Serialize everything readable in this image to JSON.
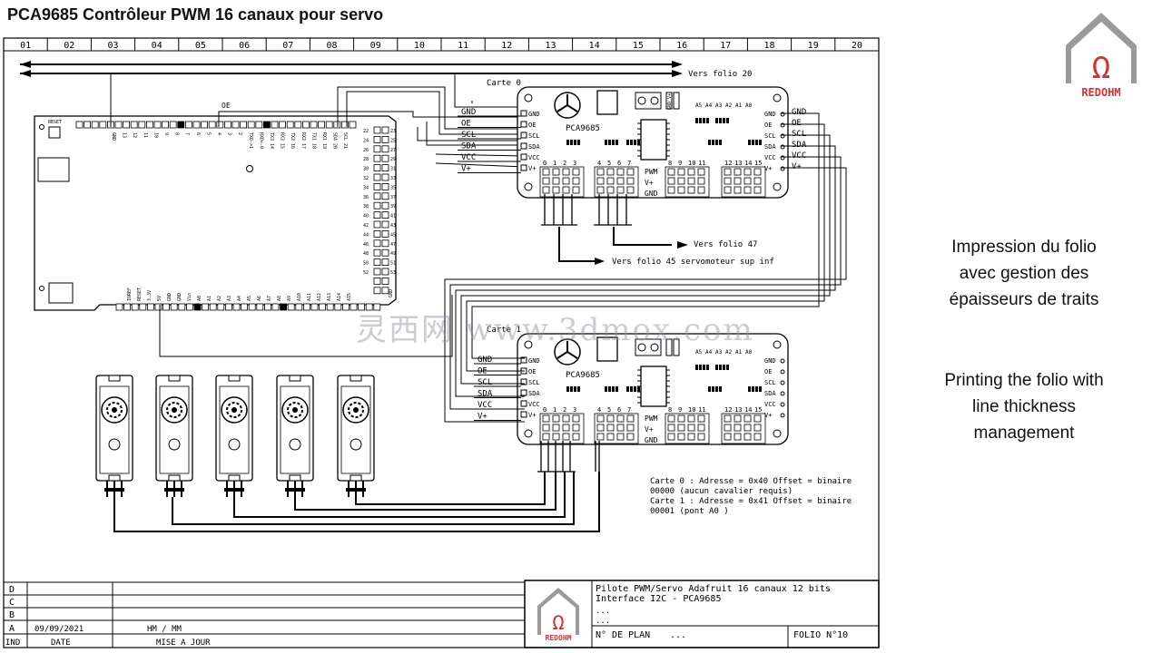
{
  "slide_title": "PCA9685 Contrôleur PWM 16 canaux pour servo",
  "grid_columns": [
    "01",
    "02",
    "03",
    "04",
    "05",
    "06",
    "07",
    "08",
    "09",
    "10",
    "11",
    "12",
    "13",
    "14",
    "15",
    "16",
    "17",
    "18",
    "19",
    "20"
  ],
  "notes": {
    "fr": [
      "Impression du folio",
      "avec gestion des",
      "épaisseurs de traits"
    ],
    "en": [
      "Printing the folio with",
      "line thickness",
      "management"
    ]
  },
  "logo": {
    "symbol": "Ω",
    "text": "REDOHM"
  },
  "arrows": {
    "top": "Vers folio 20",
    "folio47": "Vers folio 47",
    "folio45": "Vers folio 45 servomoteur sup inf"
  },
  "arduino": {
    "oe_label": "OE",
    "top_header_labels": [
      "GND",
      "13",
      "12",
      "11",
      "10",
      "9",
      "8",
      "7",
      "6",
      "5",
      "4",
      "3",
      "2",
      "TXD->1",
      "RXD<-0",
      "TX3 14",
      "RX3 15",
      "TX2 16",
      "RX2 17",
      "TX1 18",
      "RX1 19",
      "SDA 20",
      "SCL 21"
    ],
    "right_numbers": [
      "22",
      "23",
      "24",
      "25",
      "26",
      "27",
      "28",
      "29",
      "30",
      "31",
      "32",
      "33",
      "34",
      "35",
      "36",
      "37",
      "38",
      "39",
      "40",
      "41",
      "42",
      "43",
      "44",
      "45",
      "46",
      "47",
      "48",
      "49",
      "50",
      "51",
      "52",
      "53"
    ],
    "bottom_labels": [
      "IOREF",
      "RESET",
      "3.3V",
      "5V",
      "GND",
      "GND",
      "Vin",
      "A0",
      "A1",
      "A2",
      "A3",
      "A4",
      "A5",
      "A6",
      "A7",
      "A8",
      "A9",
      "A10",
      "A11",
      "A12",
      "A13",
      "A14",
      "A15"
    ],
    "reset_label": "RESET",
    "gnd_corner": "GND"
  },
  "card0": {
    "name": "Carte 0",
    "chip": "PCA9685",
    "bus_labels": [
      "GND",
      "OE",
      "SCL",
      "SDA",
      "VCC",
      "V+"
    ],
    "left_pins": [
      "GND",
      "OE",
      "SCL",
      "SDA",
      "VCC",
      "V+"
    ],
    "right_pins": [
      "GND",
      "OE",
      "SCL",
      "SDA",
      "VCC",
      "V+"
    ],
    "right_bus": [
      "GND",
      "OE",
      "SCL",
      "SDA",
      "VCC",
      "V+"
    ],
    "addr": [
      "A5",
      "A4",
      "A3",
      "A2",
      "A1",
      "A0"
    ],
    "gnd_v": "GND V+",
    "pwm": [
      "PWM",
      "V+",
      "GND"
    ],
    "channels": [
      "0",
      "1",
      "2",
      "3",
      "4",
      "5",
      "6",
      "7",
      "8",
      "9",
      "10",
      "11",
      "12",
      "13",
      "14",
      "15"
    ]
  },
  "card1": {
    "name": "Carte 1",
    "chip": "PCA9685",
    "bus_labels": [
      "GND",
      "OE",
      "SCL",
      "SDA",
      "VCC",
      "V+"
    ],
    "left_pins": [
      "GND",
      "OE",
      "SCL",
      "SDA",
      "VCC",
      "V+"
    ],
    "right_pins": [
      "GND",
      "OE",
      "SCL",
      "SDA",
      "VCC",
      "V+"
    ],
    "addr": [
      "A5",
      "A4",
      "A3",
      "A2",
      "A1",
      "A0"
    ],
    "pwm": [
      "PWM",
      "V+",
      "GND"
    ],
    "channels": [
      "0",
      "1",
      "2",
      "3",
      "4",
      "5",
      "6",
      "7",
      "8",
      "9",
      "10",
      "11",
      "12",
      "13",
      "14",
      "15"
    ]
  },
  "address_note": [
    "Carte 0 : Adresse = 0x40 Offset = binaire",
    "00000 (aucun cavalier requis)",
    "Carte 1 : Adresse = 0x41 Offset = binaire",
    "00001 (pont A0 )"
  ],
  "watermark": "灵西网 www.3dmox.com",
  "revision_table": {
    "rows": [
      {
        "ind": "D",
        "date": "",
        "maj": ""
      },
      {
        "ind": "C",
        "date": "",
        "maj": ""
      },
      {
        "ind": "B",
        "date": "",
        "maj": ""
      },
      {
        "ind": "A",
        "date": "09/09/2021",
        "maj": "HM / MM"
      }
    ],
    "header": {
      "ind": "IND",
      "date": "DATE",
      "maj": "MISE A JOUR"
    }
  },
  "title_block": {
    "line1": "Pilote PWM/Servo Adafruit 16 canaux 12 bits",
    "line2": "Interface I2C - PCA9685",
    "line3": "...",
    "line4": "...",
    "plan_label": "N° DE PLAN",
    "plan_value": "...",
    "folio": "FOLIO N°10"
  }
}
